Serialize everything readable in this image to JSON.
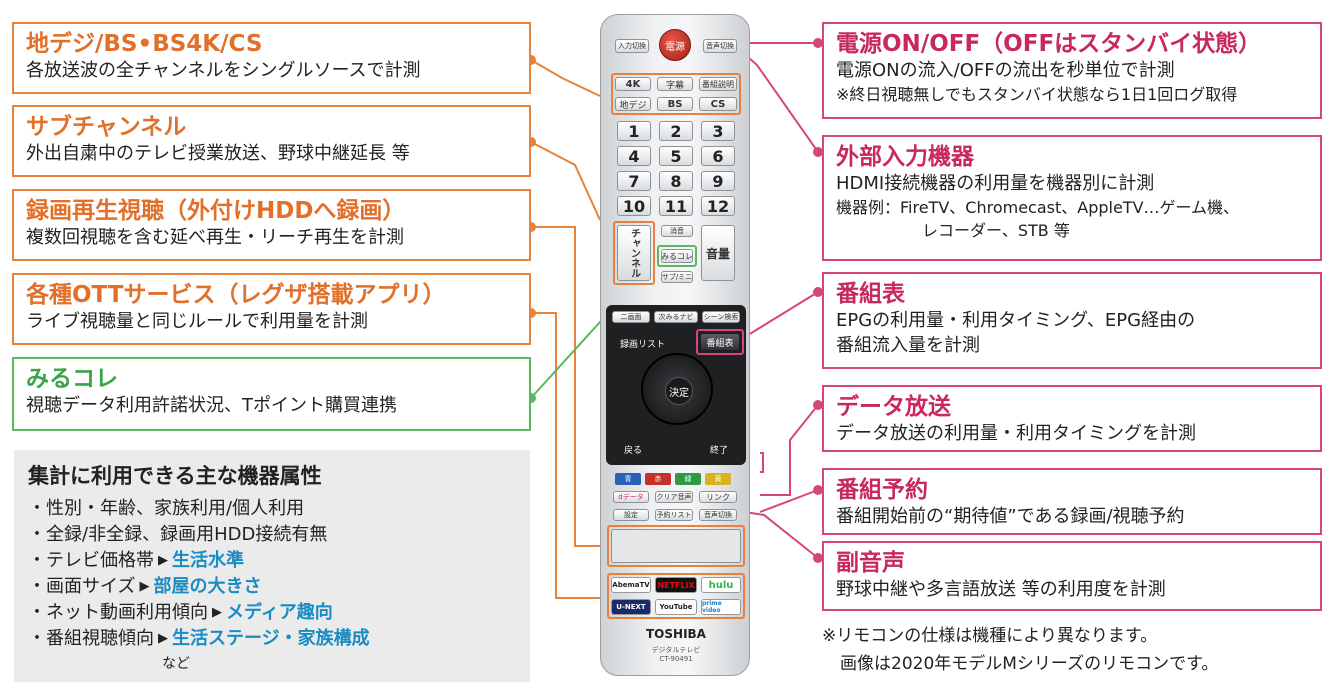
{
  "left_boxes": [
    {
      "title": "地デジ/BS•BS4K/CS",
      "desc": "各放送波の全チャンネルをシングルソースで計測"
    },
    {
      "title": "サブチャンネル",
      "desc": "外出自粛中のテレビ授業放送、野球中継延長 等"
    },
    {
      "title": "録画再生視聴（外付けHDDへ録画）",
      "desc": "複数回視聴を含む延べ再生・リーチ再生を計測"
    },
    {
      "title": "各種OTTサービス（レグザ搭載アプリ）",
      "desc": "ライブ視聴量と同じルールで利用量を計測"
    },
    {
      "title": "みるコレ",
      "desc": "視聴データ利用許諾状況、Tポイント購買連携"
    }
  ],
  "right_boxes": {
    "power": {
      "title": "電源ON/OFF（OFFはスタンバイ状態）",
      "desc1": "電源ONの流入/OFFの流出を秒単位で計測",
      "desc2": "※終日視聴無しでもスタンバイ状態なら1日1回ログ取得"
    },
    "external": {
      "title": "外部入力機器",
      "desc1": "HDMI接続機器の利用量を機器別に計測",
      "desc2": "機器例：FireTV、Chromecast、AppleTV…ゲーム機、",
      "desc3": "レコーダー、STB 等"
    },
    "epg": {
      "title": "番組表",
      "desc1": "EPGの利用量・利用タイミング、EPG経由の",
      "desc2": "番組流入量を計測"
    },
    "data": {
      "title": "データ放送",
      "desc1": "データ放送の利用量・利用タイミングを計測"
    },
    "reserve": {
      "title": "番組予約",
      "desc1": "番組開始前の“期待値”である録画/視聴予約"
    },
    "audio": {
      "title": "副音声",
      "desc1": "野球中継や多言語放送 等の利用度を計測"
    }
  },
  "attributes": {
    "title": "集計に利用できる主な機器属性",
    "rows": [
      {
        "text": "・性別・年齢、家族利用/個人利用",
        "target": ""
      },
      {
        "text": "・全録/非全録、録画用HDD接続有無",
        "target": ""
      },
      {
        "text": "・テレビ価格帯",
        "target": "生活水準"
      },
      {
        "text": "・画面サイズ",
        "target": "部屋の大きさ"
      },
      {
        "text": "・ネット動画利用傾向",
        "target": "メディア趣向"
      },
      {
        "text": "・番組視聴傾向",
        "target": "生活ステージ・家族構成"
      }
    ],
    "arrow": "▶",
    "etc": "など"
  },
  "note": {
    "line1": "※リモコンの仕様は機種により異なります。",
    "line2": "画像は2020年モデルMシリーズのリモコンです。"
  },
  "remote": {
    "power_label": "電源",
    "input_label": "入力切換",
    "mute_label": "音声切換",
    "row_4k": [
      "4K",
      "字幕",
      "番組説明"
    ],
    "row_bc": [
      "地デジ",
      "BS",
      "CS"
    ],
    "numbers": [
      "1",
      "2",
      "3",
      "4",
      "5",
      "6",
      "7",
      "8",
      "9",
      "10",
      "11",
      "12"
    ],
    "channel_label": "チャンネル",
    "volume_label": "音量",
    "mirukore_label": "みるコレ",
    "erase_label": "消音",
    "subch_label": "サブ/ミニ",
    "nav_top": [
      "二画面",
      "次みるナビ",
      "シーン検索"
    ],
    "record_list": "録画リスト",
    "epg_label": "番組表",
    "enter_label": "決定",
    "back_label": "戻る",
    "end_label": "終了",
    "color_keys": [
      "青",
      "赤",
      "緑",
      "黄"
    ],
    "d_label": "dデータ",
    "clear_label": "クリア音声",
    "link_label": "リンク",
    "setting_label": "設定",
    "reserve_label": "予約リスト",
    "audio_label": "音声切換",
    "ott_row1": [
      "AbemaTV",
      "NETFLIX",
      "hulu"
    ],
    "ott_row2": [
      "U-NEXT",
      "YouTube",
      "prime video"
    ],
    "brand": "TOSHIBA",
    "model": "デジタルテレビ",
    "model_code": "CT-90491"
  },
  "colors": {
    "orange": "#e8823a",
    "green": "#5cb85c",
    "pink": "#d6457b",
    "highlight": "#1a8cc4"
  }
}
